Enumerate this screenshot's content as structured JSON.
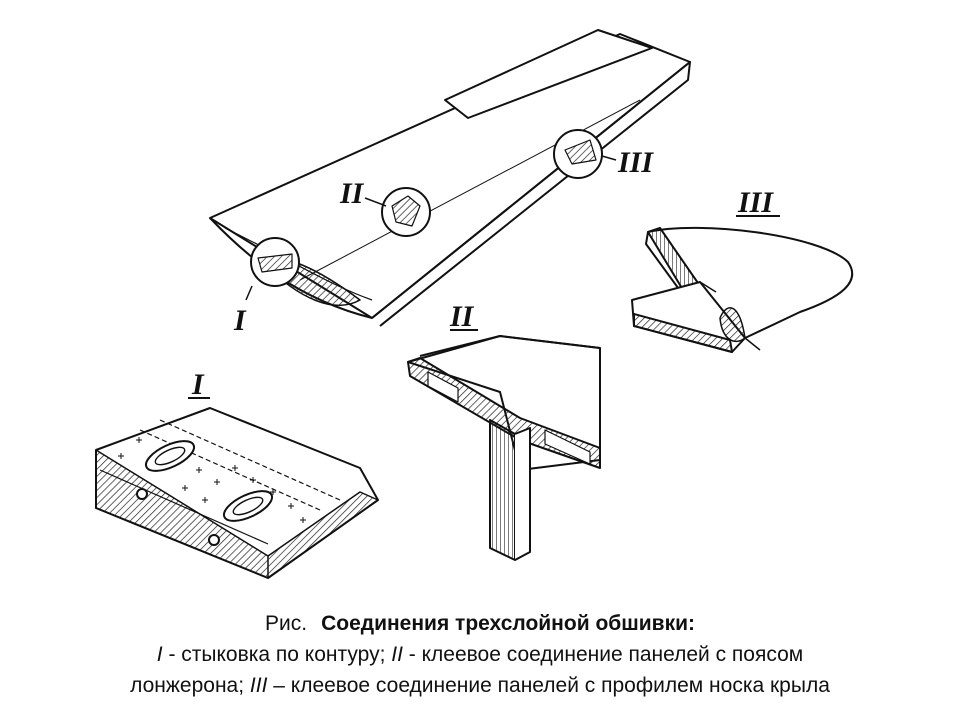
{
  "labels": {
    "wing_I": "I",
    "wing_II": "II",
    "wing_III": "III",
    "detail_I": "I",
    "detail_II": "II",
    "detail_III": "III"
  },
  "caption": {
    "prefix": "Рис.",
    "title": "Соединения трехслойной обшивки:",
    "line2": {
      "m1": "I",
      "t1": " - стыковка по контуру; ",
      "m2": "II",
      "t2": " - клеевое соединение панелей с поясом"
    },
    "line3": {
      "t0": "лонжерона; ",
      "m3": "III",
      "t3": " – клеевое соединение панелей с профилем носка крыла"
    }
  }
}
